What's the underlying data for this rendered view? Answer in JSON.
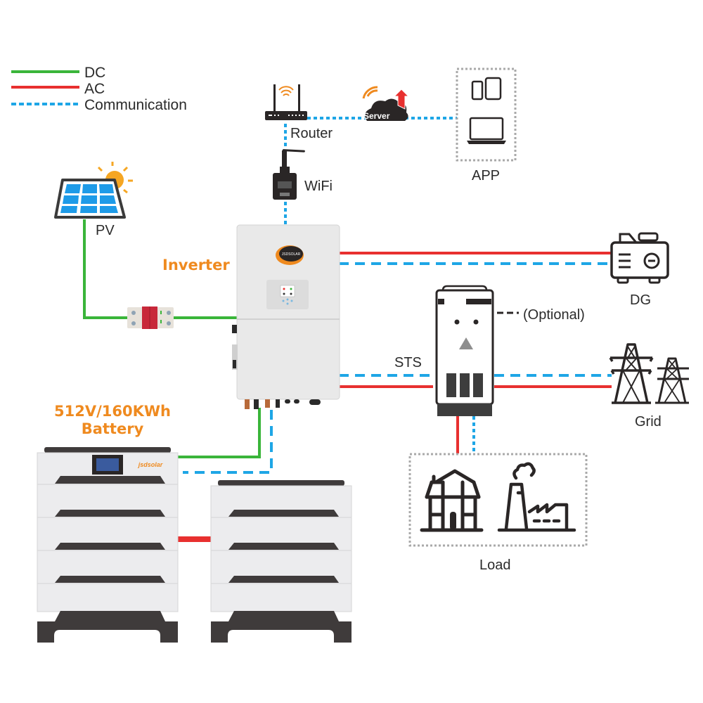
{
  "legend": {
    "items": [
      {
        "label": "DC",
        "color": "#3ab53a",
        "style": "solid"
      },
      {
        "label": "AC",
        "color": "#e8302f",
        "style": "solid"
      },
      {
        "label": "Communication",
        "color": "#1ea6e6",
        "style": "dashed"
      }
    ]
  },
  "nodes": {
    "router": "Router",
    "server": "Server",
    "app": "APP",
    "wifi": "WiFi",
    "pv": "PV",
    "inverter": "Inverter",
    "inverter_brand": "JSDSOLAR",
    "dg": "DG",
    "optional": "(Optional)",
    "sts": "STS",
    "grid": "Grid",
    "load": "Load",
    "battery_spec": "512V/160KWh",
    "battery": "Battery",
    "battery_brand": "jsdsolar"
  },
  "colors": {
    "dc": "#3ab53a",
    "ac": "#e8302f",
    "communication": "#1ea6e6",
    "accent": "#ef8a1f",
    "ink": "#2a2626"
  },
  "icons": [
    "solar-panel-icon",
    "sun-icon",
    "router-icon",
    "cloud-server-icon",
    "tablet-icon",
    "phone-icon",
    "laptop-icon",
    "wifi-dongle-icon",
    "breaker-icon",
    "generator-icon",
    "transmission-tower-icon",
    "house-icon",
    "factory-icon",
    "battery-rack-icon"
  ]
}
